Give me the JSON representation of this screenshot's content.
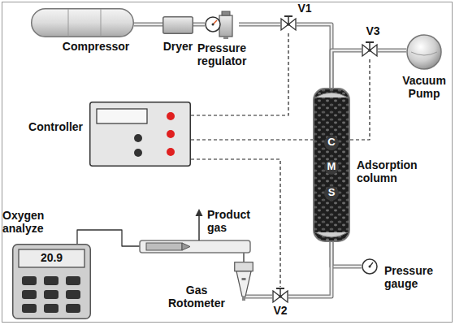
{
  "diagram": {
    "nodes": [
      {
        "text": [
          "Compressor"
        ]
      },
      {
        "text": [
          "Dryer"
        ]
      },
      {
        "text": [
          "Pressure regulator"
        ]
      },
      {
        "text": [
          "V1"
        ]
      },
      {
        "text": [
          "V3"
        ]
      },
      {
        "text": [
          "Vacuum Pump"
        ]
      },
      {
        "text": [
          "Controller"
        ]
      },
      {
        "text": [
          "C",
          "M",
          "S",
          "Adsorption column"
        ]
      },
      {
        "text": [
          "Pressure gauge"
        ]
      },
      {
        "text": [
          "Oxygen analyze",
          "20.9"
        ]
      },
      {
        "text": [
          "Gas Rotometer"
        ]
      },
      {
        "text": [
          "V2"
        ]
      }
    ],
    "edges": [
      {
        "from": 0,
        "to": 1,
        "arrow": "none"
      },
      {
        "from": 1,
        "to": 2,
        "arrow": "none"
      },
      {
        "from": 2,
        "to": 3,
        "arrow": "none"
      },
      {
        "from": 3,
        "to": 7,
        "arrow": "none"
      },
      {
        "from": 4,
        "to": 7,
        "arrow": "none"
      },
      {
        "from": 4,
        "to": 5,
        "arrow": "none"
      },
      {
        "from": 7,
        "to": 8,
        "arrow": "none"
      },
      {
        "from": 7,
        "to": 11,
        "arrow": "none"
      },
      {
        "from": 11,
        "to": 10,
        "arrow": "none"
      },
      {
        "from": 10,
        "to": 9,
        "arrow": "none"
      },
      {
        "from": 6,
        "to": 3,
        "arrow": "none"
      },
      {
        "from": 6,
        "to": 4,
        "arrow": "none"
      },
      {
        "from": 6,
        "to": 11,
        "arrow": "none"
      }
    ],
    "labels": [
      "Product gas"
    ]
  }
}
